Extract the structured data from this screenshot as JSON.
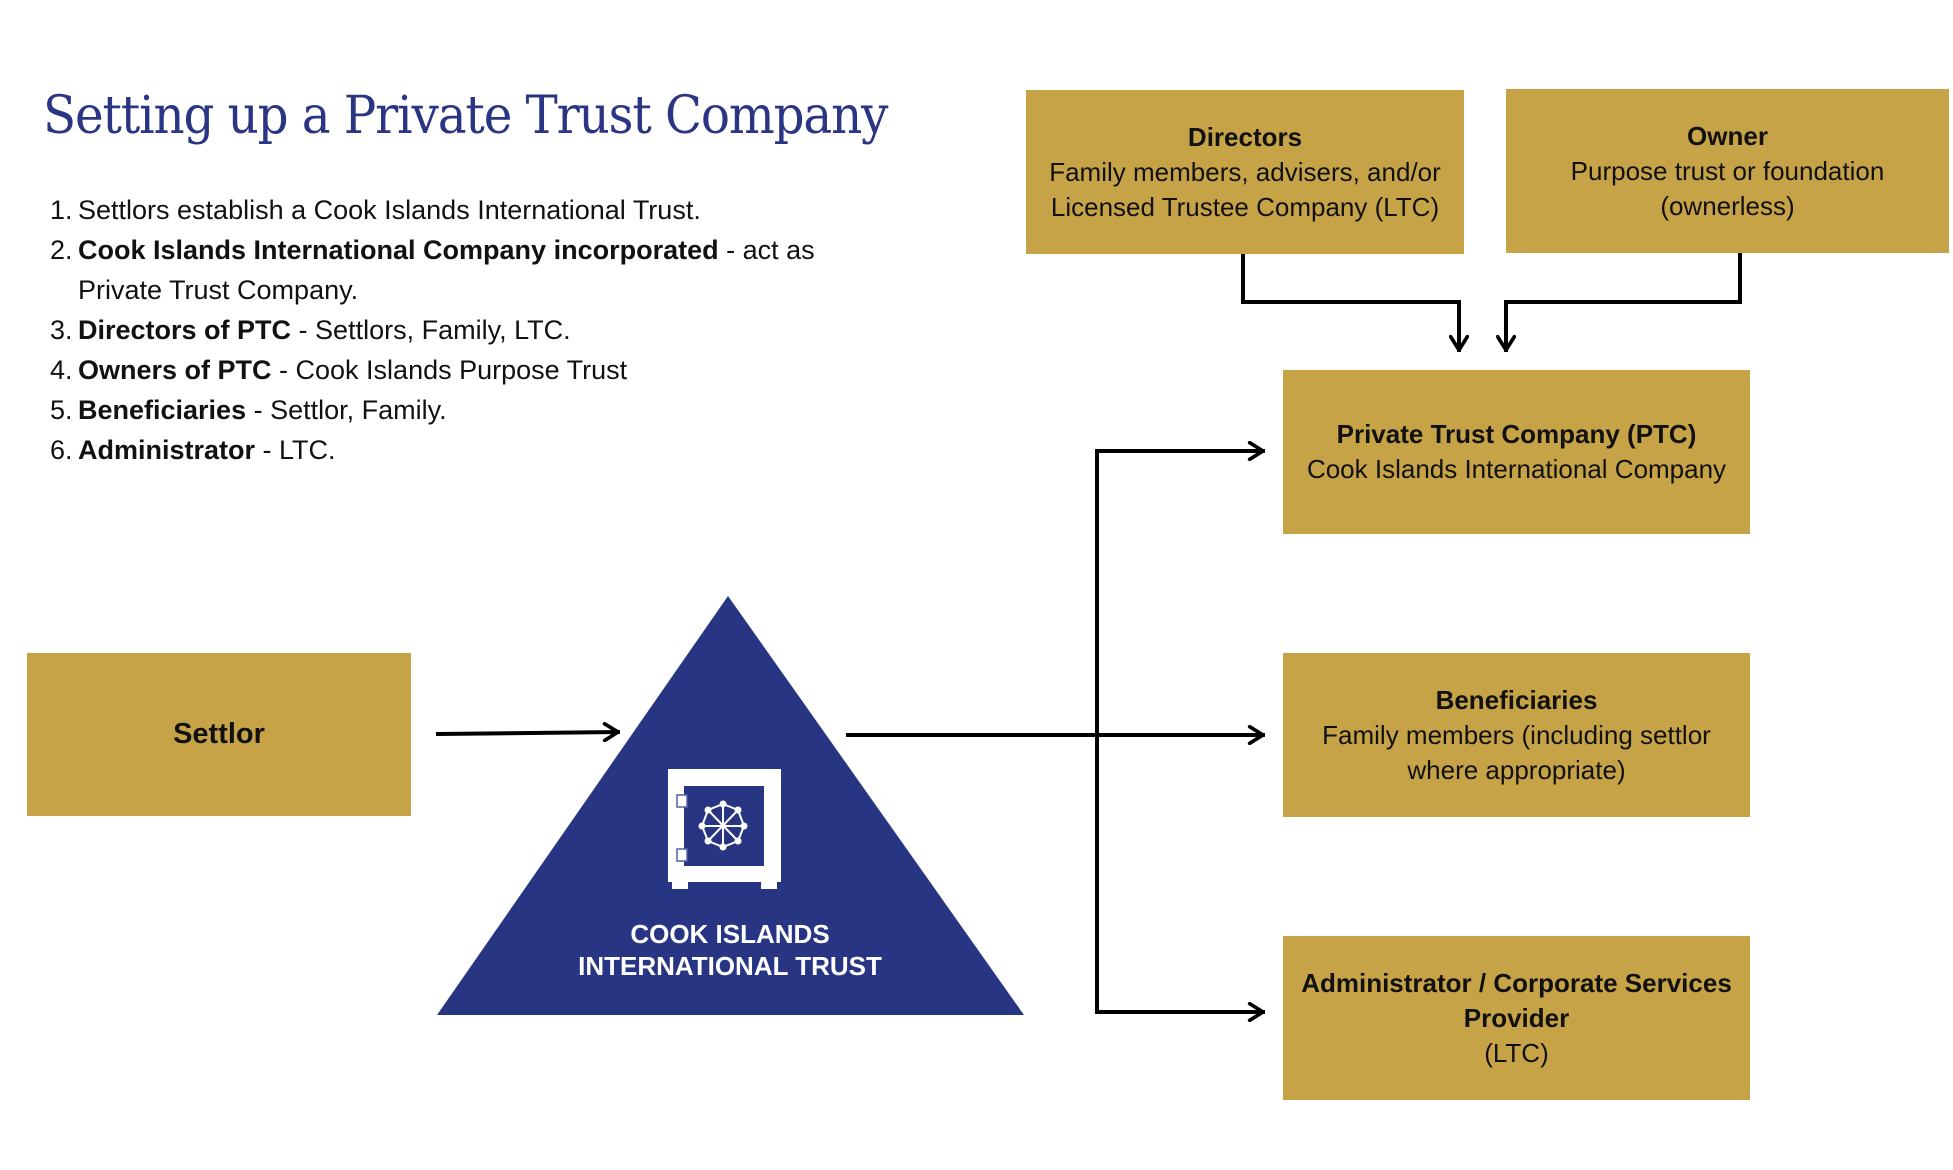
{
  "title": "Setting up a Private Trust Company",
  "steps": [
    {
      "number": "1.",
      "bold": "",
      "text": "Settlors establish a Cook Islands International Trust."
    },
    {
      "number": "2.",
      "bold": "Cook Islands International Company incorporated",
      "text": " - act as Private Trust Company."
    },
    {
      "number": "3.",
      "bold": "Directors of PTC",
      "text": " - Settlors, Family, LTC."
    },
    {
      "number": "4.",
      "bold": "Owners of PTC",
      "text": " - Cook Islands Purpose Trust"
    },
    {
      "number": "5.",
      "bold": "Beneficiaries",
      "text": " - Settlor, Family."
    },
    {
      "number": "6.",
      "bold": "Administrator",
      "text": " - LTC."
    }
  ],
  "nodes": {
    "settlor": {
      "head": "Settlor"
    },
    "trust": {
      "line1": "COOK ISLANDS",
      "line2": "INTERNATIONAL TRUST",
      "icon": "safe-icon"
    },
    "directors": {
      "head": "Directors",
      "line1": "Family members, advisers, and/or",
      "line2": "Licensed Trustee Company (LTC)"
    },
    "owner": {
      "head": "Owner",
      "line1": "Purpose trust or foundation",
      "line2": "(ownerless)"
    },
    "ptc": {
      "head": "Private Trust Company (PTC)",
      "line1": "Cook Islands International Company"
    },
    "beneficiaries": {
      "head": "Beneficiaries",
      "line1": "Family members (including settlor",
      "line2": "where appropriate)"
    },
    "admin": {
      "head1": "Administrator / Corporate Services",
      "head2": "Provider",
      "line1": "(LTC)"
    }
  },
  "edges": [
    {
      "from": "settlor",
      "to": "trust"
    },
    {
      "from": "trust",
      "to": "ptc"
    },
    {
      "from": "trust",
      "to": "beneficiaries"
    },
    {
      "from": "trust",
      "to": "admin"
    },
    {
      "from": "directors",
      "to": "ptc"
    },
    {
      "from": "owner",
      "to": "ptc"
    }
  ],
  "colors": {
    "title": "#2a3583",
    "box_fill": "#c6a347",
    "triangle_fill": "#283583",
    "connector": "#000000"
  }
}
